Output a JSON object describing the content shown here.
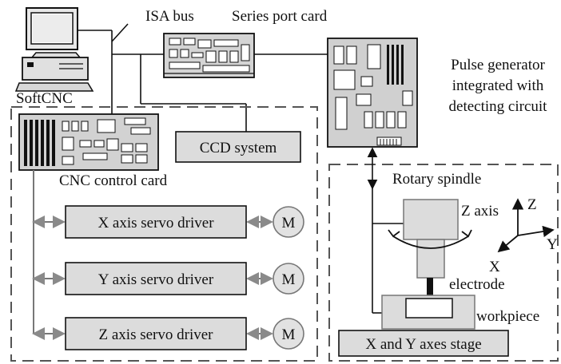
{
  "labels": {
    "isa_bus": "ISA bus",
    "series_port_card": "Series port card",
    "pulse_generator_line1": "Pulse generator",
    "pulse_generator_line2": "integrated with",
    "pulse_generator_line3": "detecting circuit",
    "softcnc": "SoftCNC",
    "ccd_system": "CCD system",
    "cnc_control_card": "CNC control card",
    "x_servo": "X axis servo driver",
    "y_servo": "Y axis servo driver",
    "z_servo": "Z axis servo driver",
    "motor": "M",
    "rotary_spindle": "Rotary spindle",
    "z_axis": "Z axis",
    "axis_z": "Z",
    "axis_y": "Y",
    "axis_x": "X",
    "electrode": "electrode",
    "workpiece": "workpiece",
    "stage": "X and Y axes stage"
  },
  "colors": {
    "line": "#111111",
    "box_fill": "#dcdcdc",
    "motor_fill": "#e2e2e2",
    "card_fill": "#d4d4d4",
    "arrow_gray": "#8a8a8a",
    "dash": "#555555"
  }
}
